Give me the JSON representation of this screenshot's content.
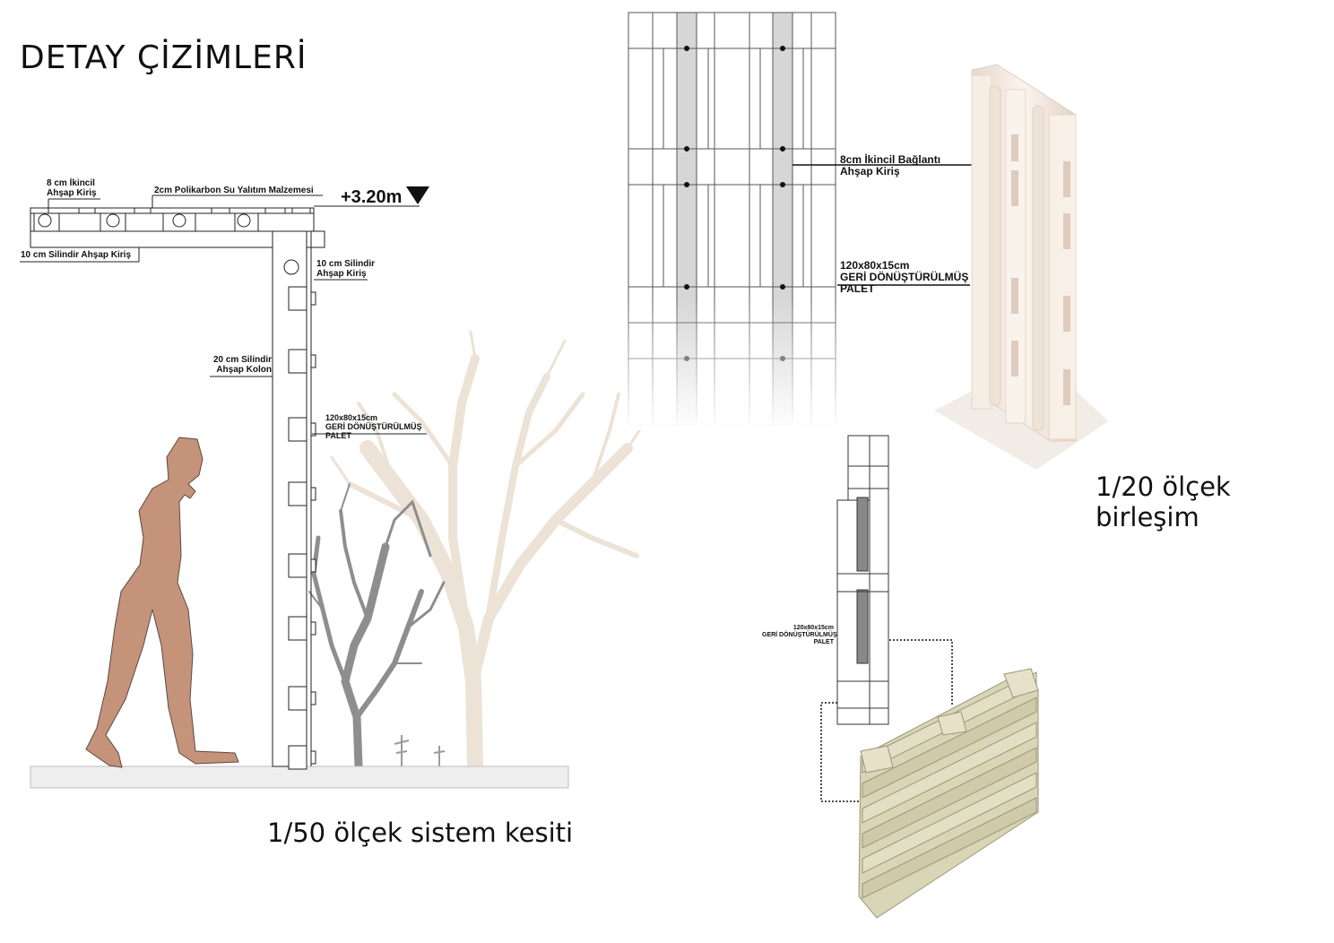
{
  "page": {
    "title": "DETAY ÇİZİMLERİ"
  },
  "section_drawing": {
    "caption": "1/50 ölçek sistem kesiti",
    "labels": {
      "secondary_beam": [
        "8 cm  İkincil",
        "Ahşap  Kiriş"
      ],
      "polycarbonate": "2cm Polikarbon Su Yalıtım Malzemesi",
      "level": "+3.20m",
      "cyl_beam_main": "10 cm Silindir Ahşap Kiriş",
      "cyl_beam": [
        "10 cm Silindir",
        "Ahşap Kiriş"
      ],
      "column": [
        "20 cm Silindir",
        "Ahşap Kolon"
      ],
      "pallet": [
        "120x80x15cm",
        "GERİ DÖNÜŞTÜRÜLMÜŞ",
        "PALET"
      ]
    }
  },
  "elevation_drawing": {
    "labels": {
      "secondary_connection": [
        "8cm İkincil Bağlantı",
        "Ahşap Kiriş"
      ],
      "pallet": [
        "120x80x15cm",
        "GERİ DÖNÜŞTÜRÜLMÜŞ",
        "PALET"
      ]
    }
  },
  "assembly_view": {
    "caption": "1/20 ölçek birleşim"
  },
  "pallet_detail": {
    "labels": {
      "pallet": [
        "120x80x15cm",
        "GERİ DÖNÜŞTÜRÜLMÜŞ",
        "PALET"
      ]
    }
  },
  "colors": {
    "person": "#c4937a",
    "tree_grey": "#8e8e8e",
    "tree_beige": "#ece2d6",
    "ground": "#eeeeee",
    "column_render": "#f3e9e0",
    "pallet_wood": "#d9d6b8"
  }
}
